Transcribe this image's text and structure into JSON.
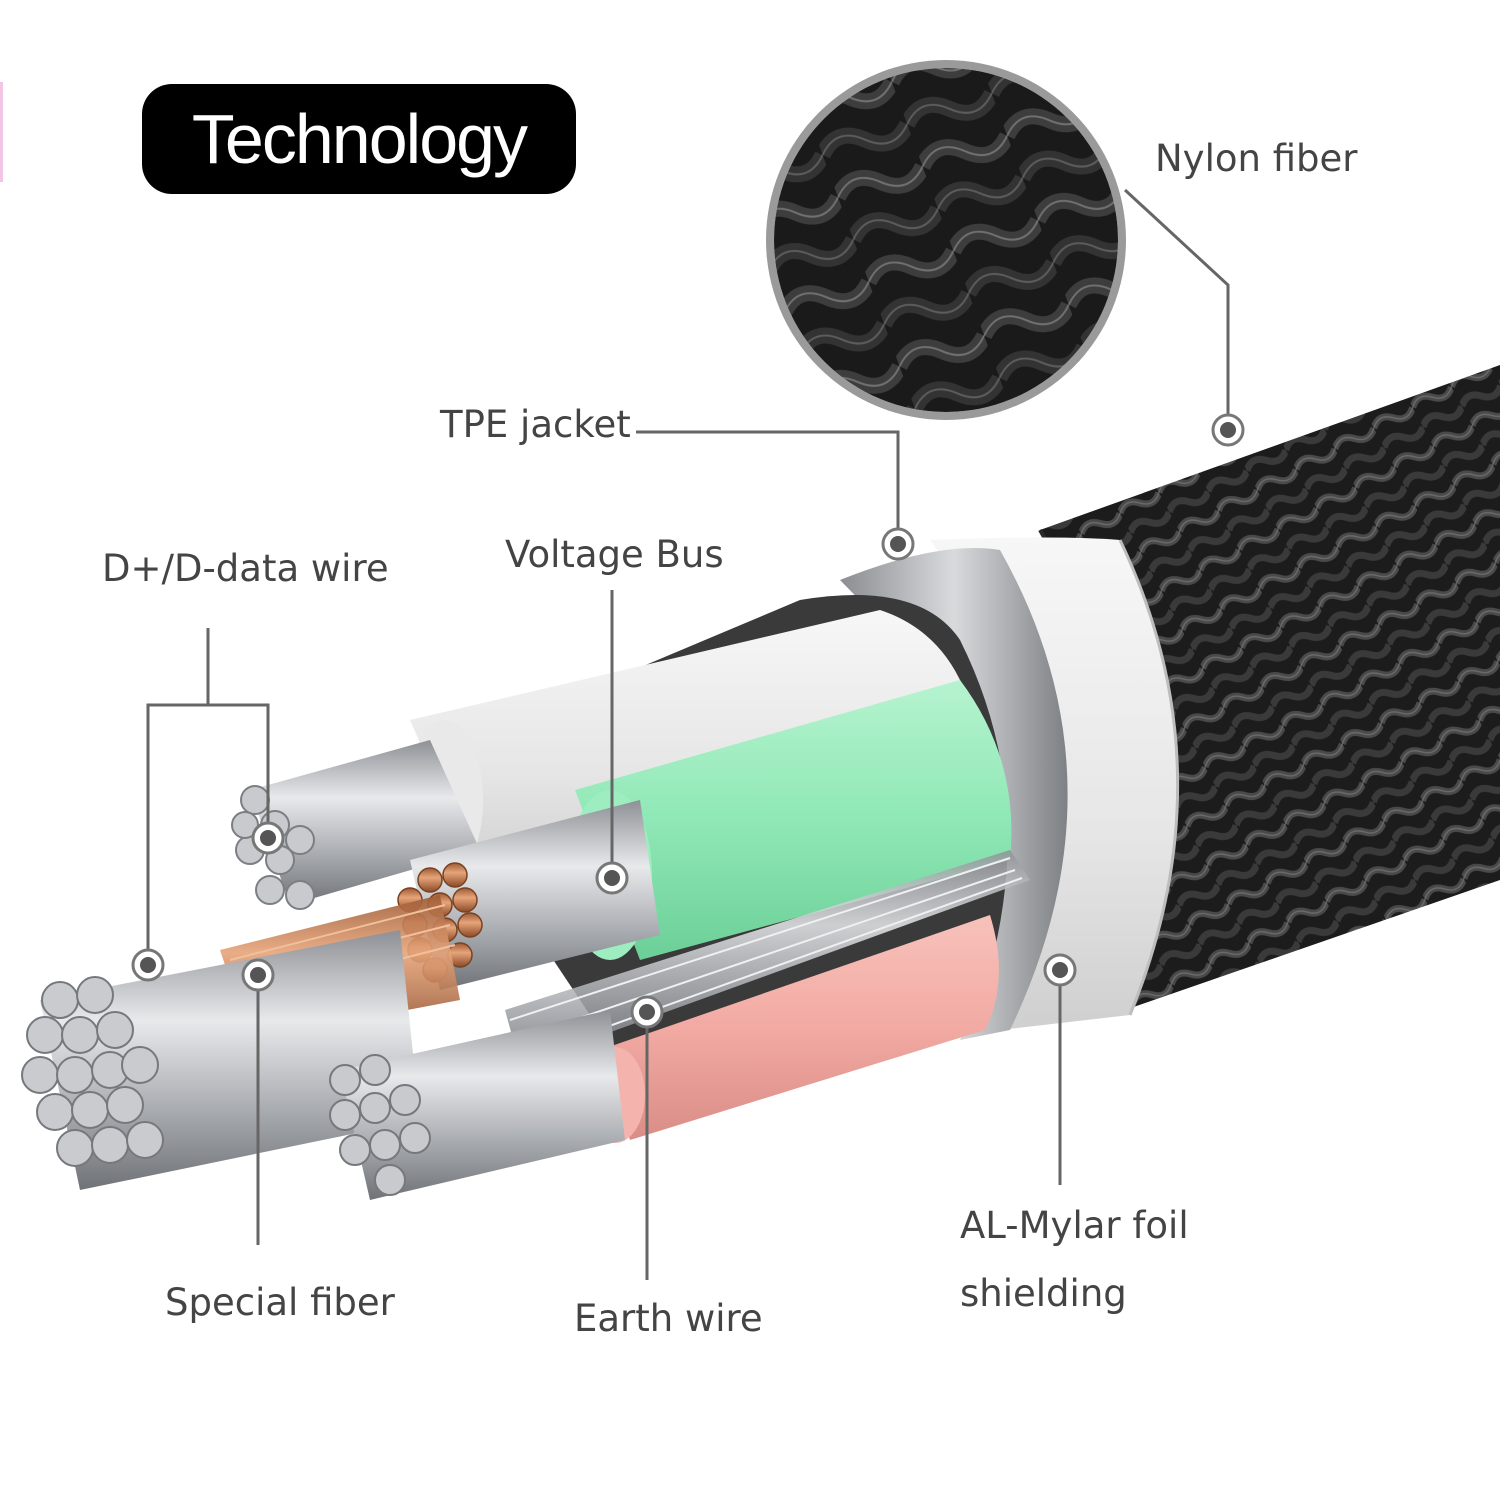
{
  "title": "Technology",
  "labels": {
    "nylon_fiber": "Nylon fiber",
    "tpe_jacket": "TPE jacket",
    "data_wire": "D+/D-data wire",
    "voltage_bus": "Voltage Bus",
    "special_fiber": "Special fiber",
    "earth_wire": "Earth wire",
    "foil_line1": "AL-Mylar foil",
    "foil_line2": "shielding"
  },
  "colors": {
    "braid": "#1f1f1f",
    "white_insulation": "#eeeeee",
    "green_insulation": "#8fe8b6",
    "pink_insulation": "#f2aaa3",
    "copper": "#c27446",
    "silver": "#b9bcc0",
    "leader_line": "#666666"
  }
}
